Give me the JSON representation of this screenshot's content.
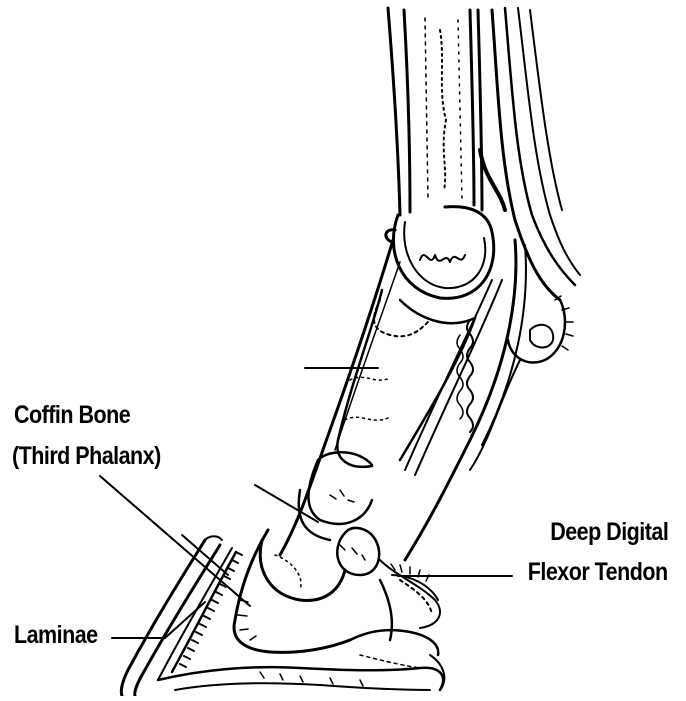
{
  "diagram": {
    "subject": "equine-lower-limb-sagittal-section",
    "labels": {
      "coffin_bone_line1": "Coffin Bone",
      "coffin_bone_line2": "(Third Phalanx)",
      "deep_digital_line1": "Deep Digital",
      "deep_digital_line2": "Flexor Tendon",
      "laminae": "Laminae"
    }
  }
}
